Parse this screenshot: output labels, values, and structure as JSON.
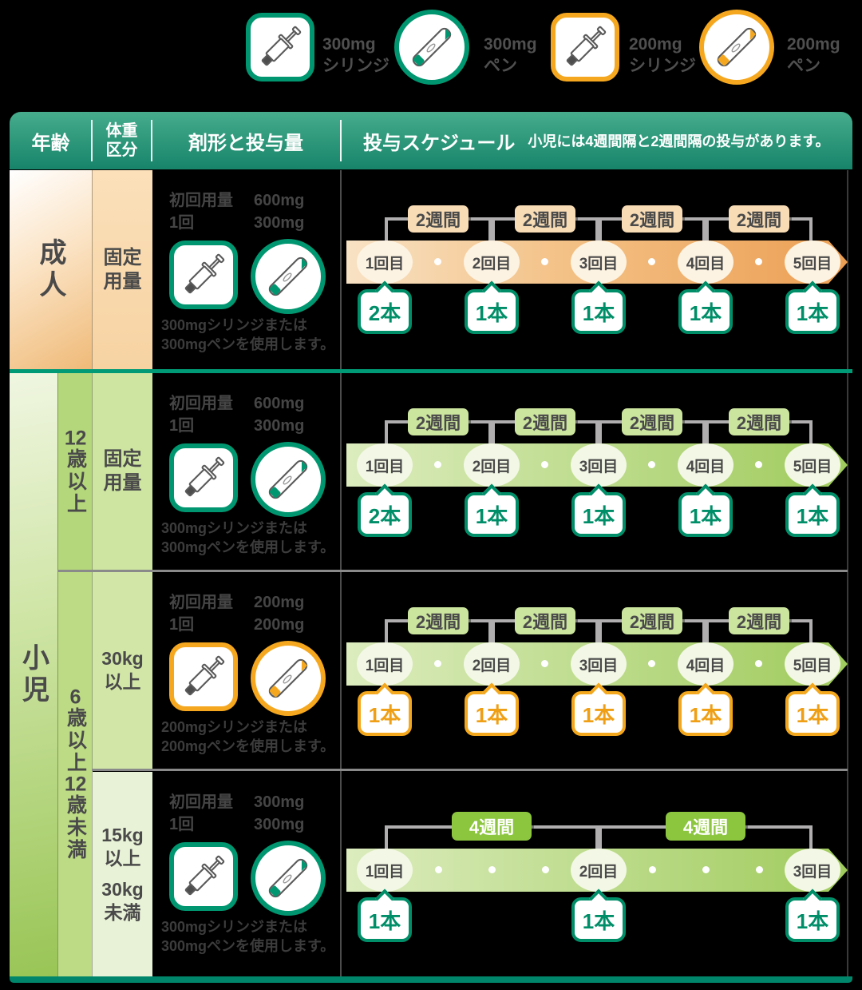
{
  "palette": {
    "green": "#00966f",
    "orange": "#f5a81f",
    "teal_header": "#17846a",
    "teal_bar": "#009a76",
    "band_orange": "#ec9f54",
    "band_green": "#a0cb5d",
    "badge_solid_green": "#8cc63f",
    "text_dark": "#4a4a4a",
    "bracket_gray": "#b0aeae"
  },
  "legend": {
    "items": [
      {
        "strength": "300mg",
        "form": "シリンジ",
        "shape": "square",
        "color": "green"
      },
      {
        "strength": "300mg",
        "form": "ペン",
        "shape": "circle",
        "color": "green"
      },
      {
        "strength": "200mg",
        "form": "シリンジ",
        "shape": "square",
        "color": "orange"
      },
      {
        "strength": "200mg",
        "form": "ペン",
        "shape": "circle",
        "color": "orange"
      }
    ]
  },
  "header": {
    "age": "年齢",
    "weight_line1": "体重",
    "weight_line2": "区分",
    "form": "剤形と投与量",
    "schedule": "投与スケジュール",
    "schedule_note": "小児には4週間隔と2週間隔の投与があります。"
  },
  "age_groups": {
    "adult": "成人",
    "child": "小児",
    "child_12_digits": "12",
    "child_12_suffix": "歳以上",
    "child_6_12_parts": [
      "6",
      "歳以上",
      "12",
      "歳未満"
    ]
  },
  "rows": [
    {
      "id": "adult",
      "weight_lines": [
        "固定",
        "用量"
      ],
      "initial_label": "初回用量",
      "initial_value": "600mg",
      "per_label": "1回",
      "per_value": "300mg",
      "caption_line1": "300mgシリンジまたは",
      "caption_line2": "300mgペンを使用します。",
      "intervals": [
        "2週間",
        "2週間",
        "2週間",
        "2週間"
      ],
      "doses": [
        {
          "label": "1回目",
          "count": "2本"
        },
        {
          "label": "2回目",
          "count": "1本"
        },
        {
          "label": "3回目",
          "count": "1本"
        },
        {
          "label": "4回目",
          "count": "1本"
        },
        {
          "label": "5回目",
          "count": "1本"
        }
      ]
    },
    {
      "id": "child-12plus",
      "weight_lines": [
        "固定",
        "用量"
      ],
      "initial_label": "初回用量",
      "initial_value": "600mg",
      "per_label": "1回",
      "per_value": "300mg",
      "caption_line1": "300mgシリンジまたは",
      "caption_line2": "300mgペンを使用します。",
      "intervals": [
        "2週間",
        "2週間",
        "2週間",
        "2週間"
      ],
      "doses": [
        {
          "label": "1回目",
          "count": "2本"
        },
        {
          "label": "2回目",
          "count": "1本"
        },
        {
          "label": "3回目",
          "count": "1本"
        },
        {
          "label": "4回目",
          "count": "1本"
        },
        {
          "label": "5回目",
          "count": "1本"
        }
      ]
    },
    {
      "id": "child-30kg",
      "weight_lines": [
        "30kg",
        "以上"
      ],
      "initial_label": "初回用量",
      "initial_value": "200mg",
      "per_label": "1回",
      "per_value": "200mg",
      "caption_line1": "200mgシリンジまたは",
      "caption_line2": "200mgペンを使用します。",
      "intervals": [
        "2週間",
        "2週間",
        "2週間",
        "2週間"
      ],
      "doses": [
        {
          "label": "1回目",
          "count": "1本"
        },
        {
          "label": "2回目",
          "count": "1本"
        },
        {
          "label": "3回目",
          "count": "1本"
        },
        {
          "label": "4回目",
          "count": "1本"
        },
        {
          "label": "5回目",
          "count": "1本"
        }
      ]
    },
    {
      "id": "child-15-30kg",
      "weight_lines": [
        "15kg",
        "以上",
        "30kg",
        "未満"
      ],
      "initial_label": "初回用量",
      "initial_value": "300mg",
      "per_label": "1回",
      "per_value": "300mg",
      "caption_line1": "300mgシリンジまたは",
      "caption_line2": "300mgペンを使用します。",
      "intervals": [
        "4週間",
        "4週間"
      ],
      "doses": [
        {
          "label": "1回目",
          "count": "1本"
        },
        {
          "label": "2回目",
          "count": "1本"
        },
        {
          "label": "3回目",
          "count": "1本"
        }
      ]
    }
  ]
}
